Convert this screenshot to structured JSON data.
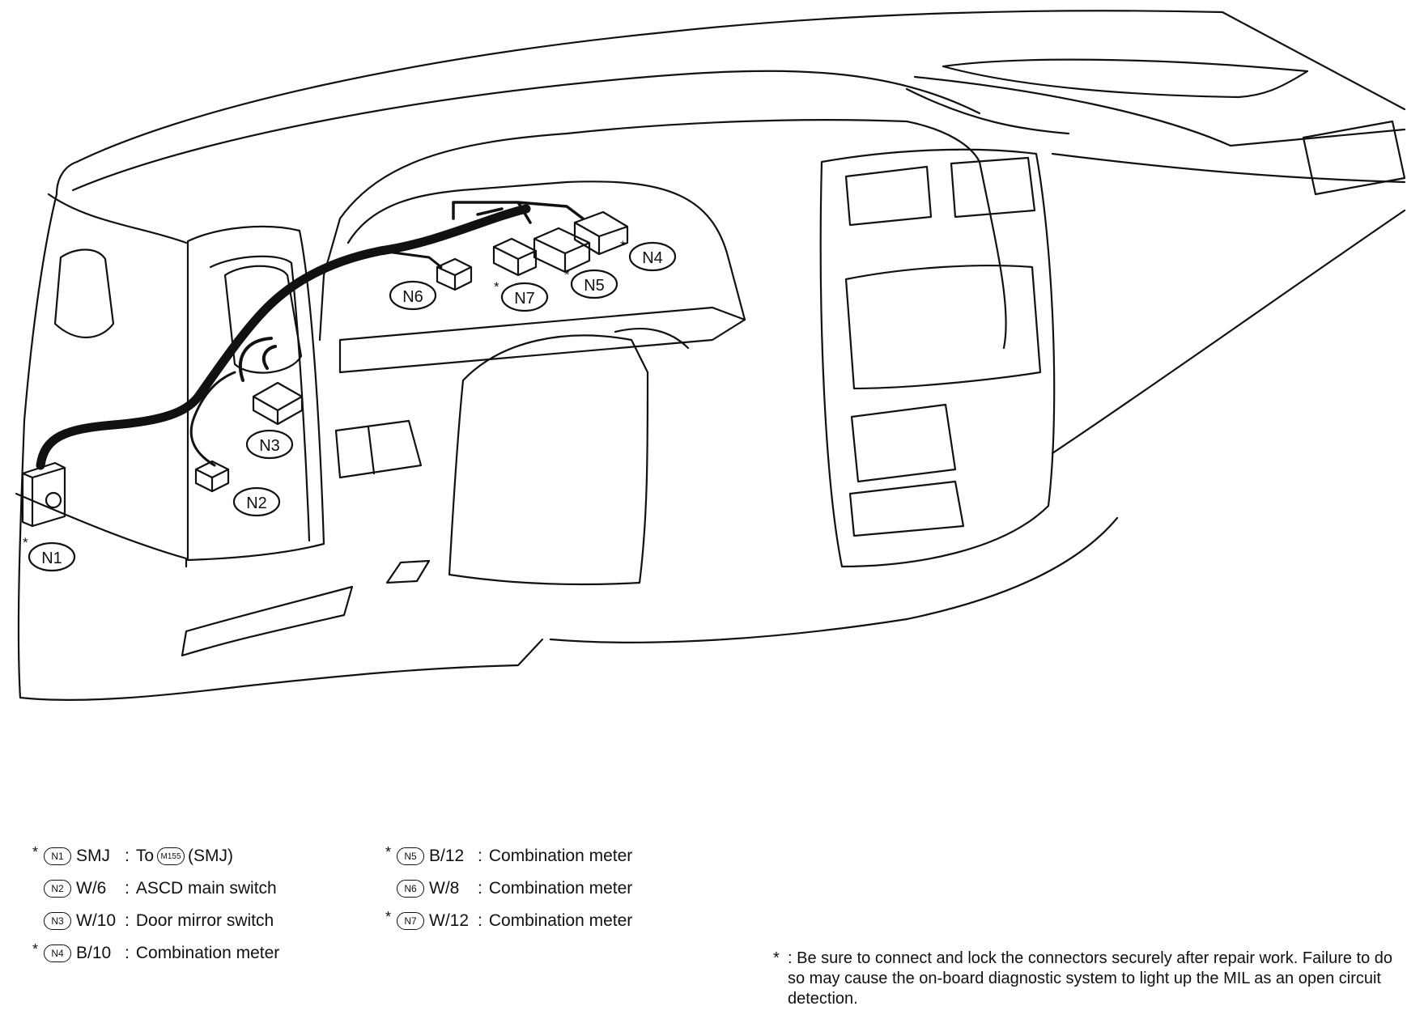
{
  "diagram": {
    "connectors": [
      {
        "id": "N1",
        "label": "N1",
        "asterisk": true
      },
      {
        "id": "N2",
        "label": "N2",
        "asterisk": false
      },
      {
        "id": "N3",
        "label": "N3",
        "asterisk": false
      },
      {
        "id": "N4",
        "label": "N4",
        "asterisk": true
      },
      {
        "id": "N5",
        "label": "N5",
        "asterisk": true
      },
      {
        "id": "N6",
        "label": "N6",
        "asterisk": false
      },
      {
        "id": "N7",
        "label": "N7",
        "asterisk": true
      }
    ]
  },
  "legend": {
    "left": [
      {
        "star": "*",
        "badge": "N1",
        "code": "SMJ",
        "sep": ":",
        "desc_pre": "To",
        "desc_badge": "M155",
        "desc_post": "(SMJ)"
      },
      {
        "star": "",
        "badge": "N2",
        "code": "W/6",
        "sep": ":",
        "desc": "ASCD main switch"
      },
      {
        "star": "",
        "badge": "N3",
        "code": "W/10",
        "sep": ":",
        "desc": "Door mirror switch"
      },
      {
        "star": "*",
        "badge": "N4",
        "code": "B/10",
        "sep": ":",
        "desc": "Combination meter"
      }
    ],
    "right": [
      {
        "star": "*",
        "badge": "N5",
        "code": "B/12",
        "sep": ":",
        "desc": "Combination meter"
      },
      {
        "star": "",
        "badge": "N6",
        "code": "W/8",
        "sep": ":",
        "desc": "Combination meter"
      },
      {
        "star": "*",
        "badge": "N7",
        "code": "W/12",
        "sep": ":",
        "desc": "Combination meter"
      }
    ]
  },
  "note": {
    "star": "*",
    "text": ": Be sure to connect and lock the connectors securely after repair work. Failure to do so may cause the on-board diagnostic system to light up the MIL as an open circuit detection."
  }
}
